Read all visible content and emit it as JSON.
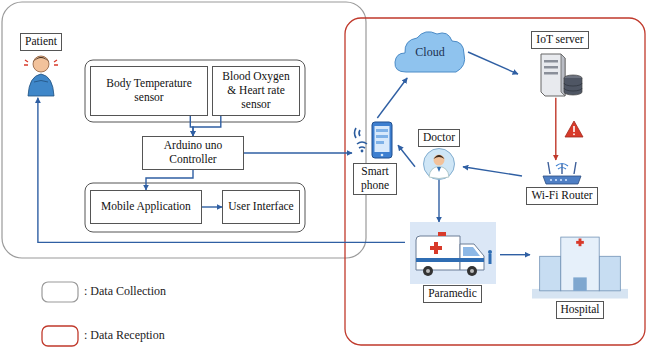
{
  "diagram": {
    "nodes": [
      {
        "text": [
          "Patient"
        ]
      },
      {
        "text": [
          "Body Temperature sensor"
        ]
      },
      {
        "text": [
          "Blood Oxygen & Heart rate sensor"
        ]
      },
      {
        "text": [
          "Arduino uno Controller"
        ]
      },
      {
        "text": [
          "Mobile Application"
        ]
      },
      {
        "text": [
          "User Interface"
        ]
      },
      {
        "text": [
          "Cloud"
        ]
      },
      {
        "text": [
          "IoT server"
        ]
      },
      {
        "text": [
          "Smart phone"
        ]
      },
      {
        "text": [
          "Doctor"
        ]
      },
      {
        "text": [
          "Wi-Fi Router"
        ]
      },
      {
        "text": [
          "Paramedic"
        ]
      },
      {
        "text": [
          "Hospital"
        ]
      }
    ],
    "edges": [
      {
        "from": 1,
        "to": 3,
        "arrow": "to"
      },
      {
        "from": 2,
        "to": 3,
        "arrow": "to"
      },
      {
        "from": 3,
        "to": 4,
        "arrow": "to"
      },
      {
        "from": 4,
        "to": 5,
        "arrow": "to"
      },
      {
        "from": 3,
        "to": 8,
        "arrow": "to"
      },
      {
        "from": 8,
        "to": 6,
        "arrow": "to"
      },
      {
        "from": 6,
        "to": 7,
        "arrow": "to"
      },
      {
        "from": 7,
        "to": 10,
        "arrow": "to"
      },
      {
        "from": 10,
        "to": 9,
        "arrow": "to"
      },
      {
        "from": 9,
        "to": 8,
        "arrow": "to"
      },
      {
        "from": 9,
        "to": 11,
        "arrow": "to"
      },
      {
        "from": 11,
        "to": 12,
        "arrow": "to"
      },
      {
        "from": 11,
        "to": 0,
        "arrow": "to"
      }
    ],
    "legend": [
      {
        "text": ": Data Collection"
      },
      {
        "text": ": Data Reception"
      }
    ]
  }
}
